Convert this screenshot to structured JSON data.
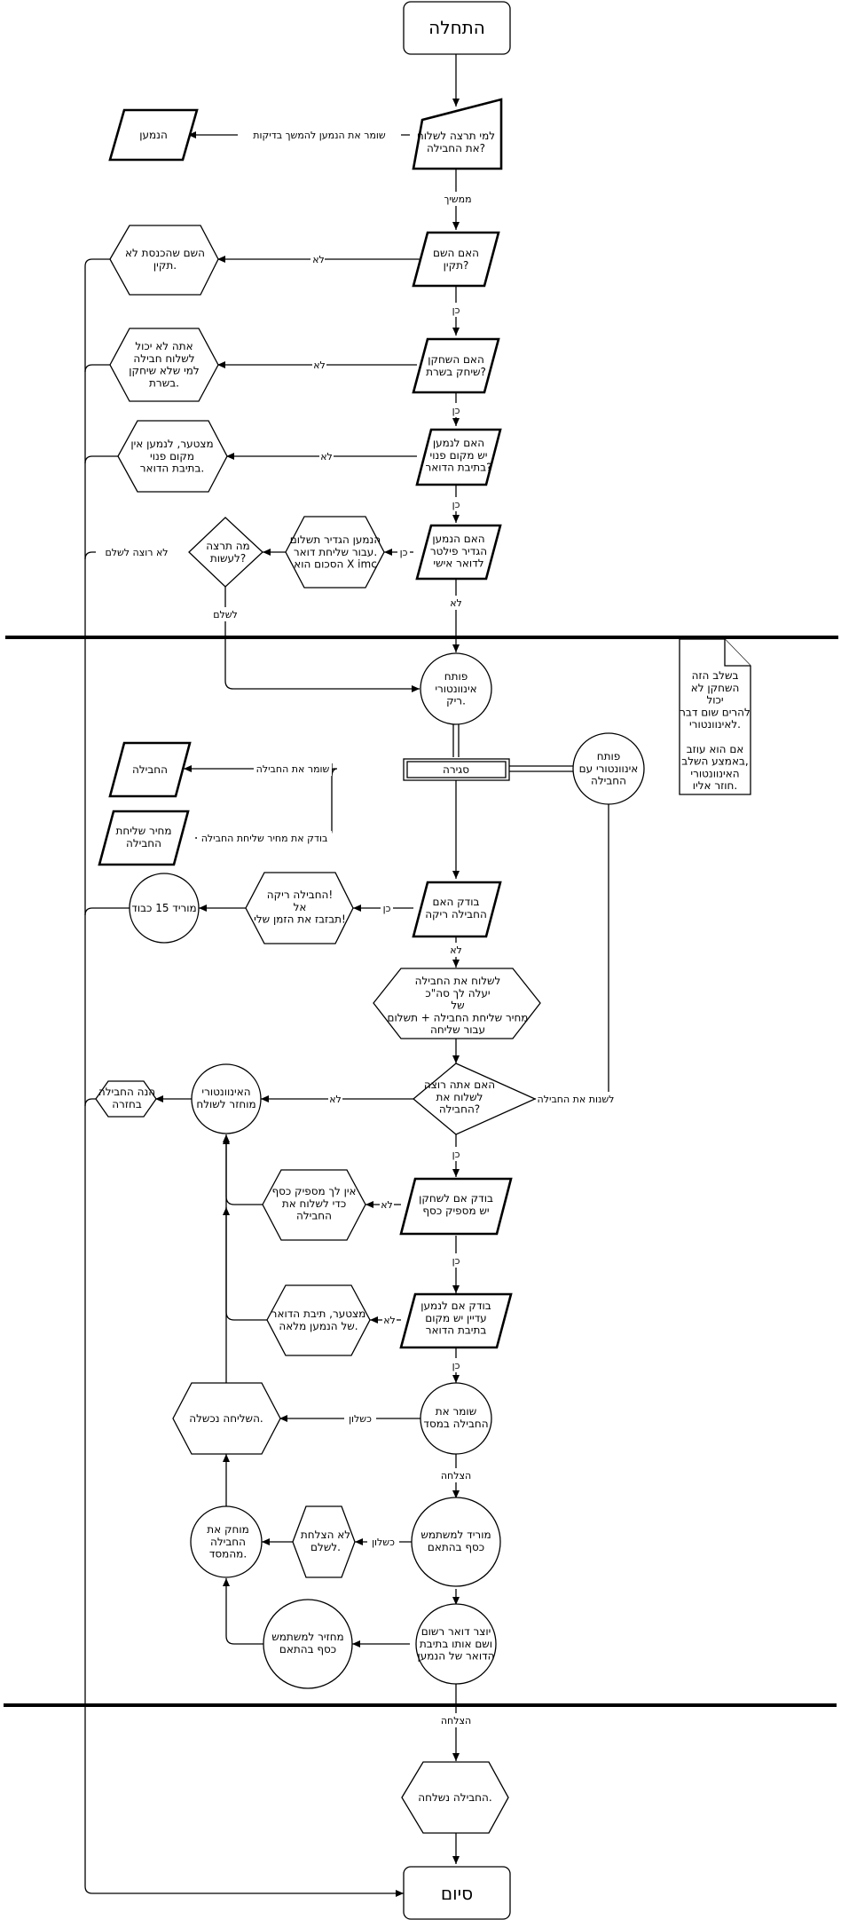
{
  "nodes": {
    "start": "התחלה",
    "who_send": [
      "למי תרצה לשלוח",
      "את החבילה?"
    ],
    "recipient": "הנמען",
    "name_ok": [
      "האם השם",
      "תקין?"
    ],
    "bad_name": [
      "השם שהכנסת לא",
      "תקין."
    ],
    "in_server": [
      "האם השחקן",
      "שיחק בשרת?"
    ],
    "not_in_server": [
      "אתה לא יכול",
      "לשלוח חבילה",
      "למי שלא שיחקן",
      "בשרת."
    ],
    "mailbox_space": [
      "האם לנמען",
      "יש מקום פנוי",
      "בתיבת הדואר?"
    ],
    "no_space": [
      "מצטער, לנמען אין",
      "מקום פנוי",
      "בתיבת הדואר."
    ],
    "filter": [
      "האם הנמען",
      "הגדיר פילטר",
      "לדואר אישי"
    ],
    "filter_set": [
      "הנמען הגדיר תשלום",
      "עבור שליחת דואר.",
      "הסכום הוא X imc"
    ],
    "what_do": [
      "מה תרצה",
      "לעשות?"
    ],
    "open_empty": [
      "פותח",
      "אינוונטורי",
      "ריק."
    ],
    "close": "סגירה",
    "open_pkg": [
      "פותח",
      "אינוונטורי עם",
      "החבילה"
    ],
    "note": [
      "בשלב הזה",
      "השחקן לא",
      "יכול",
      "להרים שום דבר",
      "לאינוונטורי.",
      "",
      "אם הוא עוזב",
      "באמצע השלב,",
      "האינוונטורי",
      "חוזר אליו."
    ],
    "package": "החבילה",
    "price": [
      "מחיר שליחת",
      "החבילה"
    ],
    "empty_check": [
      "בודק האם",
      "החבילה ריקה"
    ],
    "empty_pkg": [
      "החבילה ריקה!",
      "אל",
      "תבזבז את הזמן שלי!"
    ],
    "remove15": "מוריד 15 כבוד",
    "cost_info": [
      "לשלוח את החבילה",
      "יעלה לך סה\"כ",
      "של",
      "מחיר שליחת החבילה + תשלום",
      "עבור שליחה"
    ],
    "confirm": [
      "האם אתה רוצה",
      "לשלוח את",
      "החבילה?"
    ],
    "inv_back": [
      "האינוונטורי",
      "מוחזר לשולח"
    ],
    "pkg_back": [
      "הנה החבילה",
      "בחזרה"
    ],
    "money_check": [
      "בודק אם לשחקן",
      "יש מספיק כסף"
    ],
    "no_money": [
      "אין לך מספיק כסף",
      "כדי לשלוח את",
      "החבילה"
    ],
    "space_check": [
      "בודק אם לנמען",
      "עדיין יש מקום",
      "בתיבת הדואר"
    ],
    "mailbox_full": [
      "מצטער, תיבת הדואר",
      "של הנמען מלאה."
    ],
    "save_db": [
      "שומר את",
      "החבילה במסד"
    ],
    "send_failed": "השליחה נכשלה.",
    "charge": [
      "מוריד למשתמש",
      "כסף בהתאם"
    ],
    "pay_failed": [
      "לא הצלחת",
      "לשלם."
    ],
    "delete_pkg": [
      "מוחק את",
      "החבילה",
      "מהמסד."
    ],
    "create_mail": [
      "יוצר דואר רשום",
      "ושם אותו בתיבת",
      "הדואר של הנמען"
    ],
    "refund": [
      "מחזיר למשתמש",
      "כסף בהתאם"
    ],
    "sent": "החבילה נשלחה.",
    "end": "סיום"
  },
  "edge_labels": {
    "save_recipient": "שומר את הנמען להמשך בדיקות",
    "continue": "ממשיך",
    "no": "לא",
    "yes": "כן",
    "no_want_pay": "לא רוצה לשלם",
    "pay": "לשלם",
    "save_package": "שומר את החבילה",
    "check_price": "בודק את מחיר שליחת החבילה",
    "change_package": "לשנות את החבילה",
    "failure": "כשלון",
    "success": "הצלחה"
  }
}
